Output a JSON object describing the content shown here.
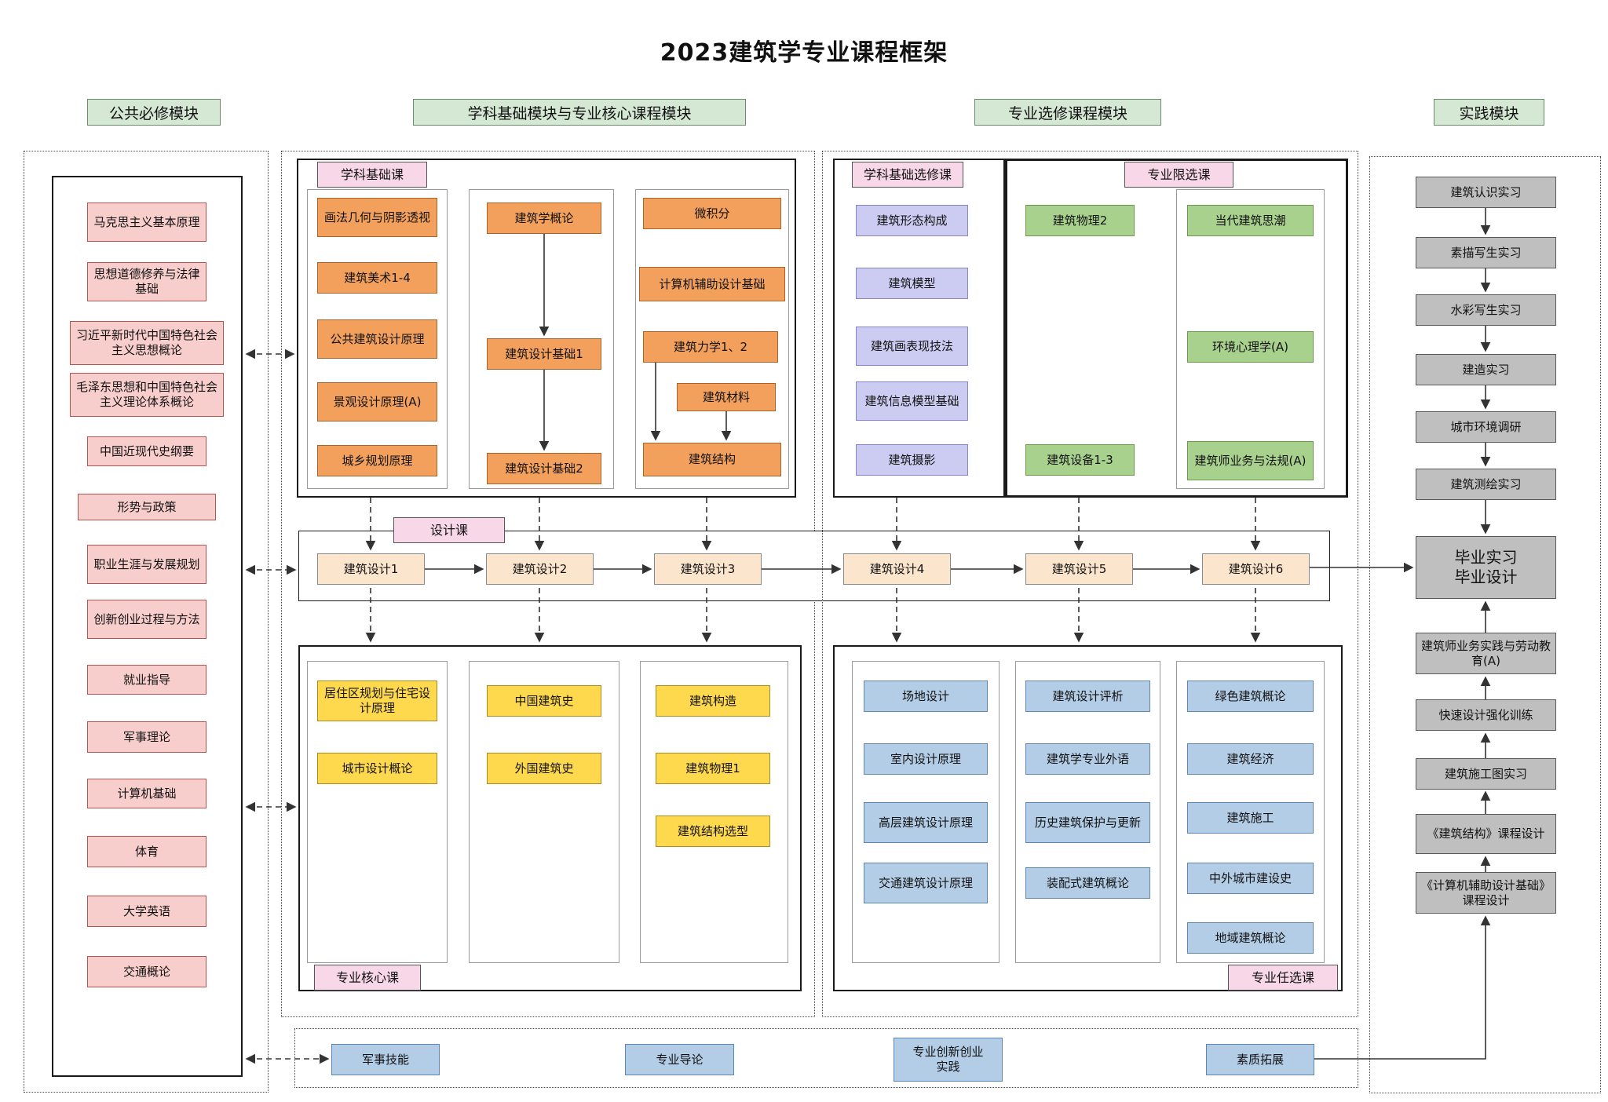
{
  "title": "2023建筑学专业课程框架",
  "module_headers": {
    "public": "公共必修模块",
    "foundation_core": "学科基础模块与专业核心课程模块",
    "elective": "专业选修课程模块",
    "practice": "实践模块"
  },
  "section_labels": {
    "foundation": "学科基础课",
    "design": "设计课",
    "core": "专业核心课",
    "foundation_elective": "学科基础选修课",
    "limited_elective": "专业限选课",
    "optional_elective": "专业任选课"
  },
  "public_required": [
    "马克思主义基本原理",
    "思想道德修养与法律基础",
    "习近平新时代中国特色社会主义思想概论",
    "毛泽东思想和中国特色社会主义理论体系概论",
    "中国近现代史纲要",
    "形势与政策",
    "职业生涯与发展规划",
    "创新创业过程与方法",
    "就业指导",
    "军事理论",
    "计算机基础",
    "体育",
    "大学英语",
    "交通概论"
  ],
  "foundation_courses": {
    "group1": [
      "画法几何与阴影透视",
      "建筑美术1-4",
      "公共建筑设计原理",
      "景观设计原理(A)",
      "城乡规划原理"
    ],
    "group2": [
      "建筑学概论",
      "建筑设计基础1",
      "建筑设计基础2"
    ],
    "group3": [
      "微积分",
      "计算机辅助设计基础",
      "建筑力学1、2",
      "建筑材料",
      "建筑结构"
    ]
  },
  "design_courses": [
    "建筑设计1",
    "建筑设计2",
    "建筑设计3",
    "建筑设计4",
    "建筑设计5",
    "建筑设计6"
  ],
  "core_courses": {
    "group1": [
      "居住区规划与住宅设计原理",
      "城市设计概论"
    ],
    "group2": [
      "中国建筑史",
      "外国建筑史"
    ],
    "group3": [
      "建筑构造",
      "建筑物理1",
      "建筑结构选型"
    ]
  },
  "foundation_elective": [
    "建筑形态构成",
    "建筑模型",
    "建筑画表现技法",
    "建筑信息模型基础",
    "建筑摄影"
  ],
  "limited_elective": {
    "group1": [
      "建筑物理2",
      "建筑设备1-3"
    ],
    "group2": [
      "当代建筑思潮",
      "环境心理学(A)",
      "建筑师业务与法规(A)"
    ]
  },
  "optional_elective": {
    "group1": [
      "场地设计",
      "室内设计原理",
      "高层建筑设计原理",
      "交通建筑设计原理"
    ],
    "group2": [
      "建筑设计评析",
      "建筑学专业外语",
      "历史建筑保护与更新",
      "装配式建筑概论"
    ],
    "group3": [
      "绿色建筑概论",
      "建筑经济",
      "建筑施工",
      "中外城市建设史",
      "地域建筑概论"
    ]
  },
  "practice": {
    "pre_chain": [
      "建筑认识实习",
      "素描写生实习",
      "水彩写生实习",
      "建造实习",
      "城市环境调研",
      "建筑测绘实习"
    ],
    "capstone": "毕业实习\n毕业设计",
    "post_chain": [
      "建筑师业务实践与劳动教育(A)",
      "快速设计强化训练",
      "建筑施工图实习",
      "《建筑结构》课程设计",
      "《计算机辅助设计基础》课程设计"
    ]
  },
  "bottom_row": [
    "军事技能",
    "专业导论",
    "专业创新创业\n实践",
    "素质拓展"
  ],
  "colors": {
    "header_green": "#d5e8d4",
    "public_pink": "#f8cecc",
    "foundation_orange": "#f2a05c",
    "design_peach": "#fbe5cd",
    "core_yellow": "#ffd94d",
    "elective_purple": "#ccccf2",
    "limited_green": "#a9d18e",
    "optional_blue": "#b3cde6",
    "practice_gray": "#bfbfbf",
    "label_pink": "#f8d7e8",
    "connector": "#333333"
  }
}
